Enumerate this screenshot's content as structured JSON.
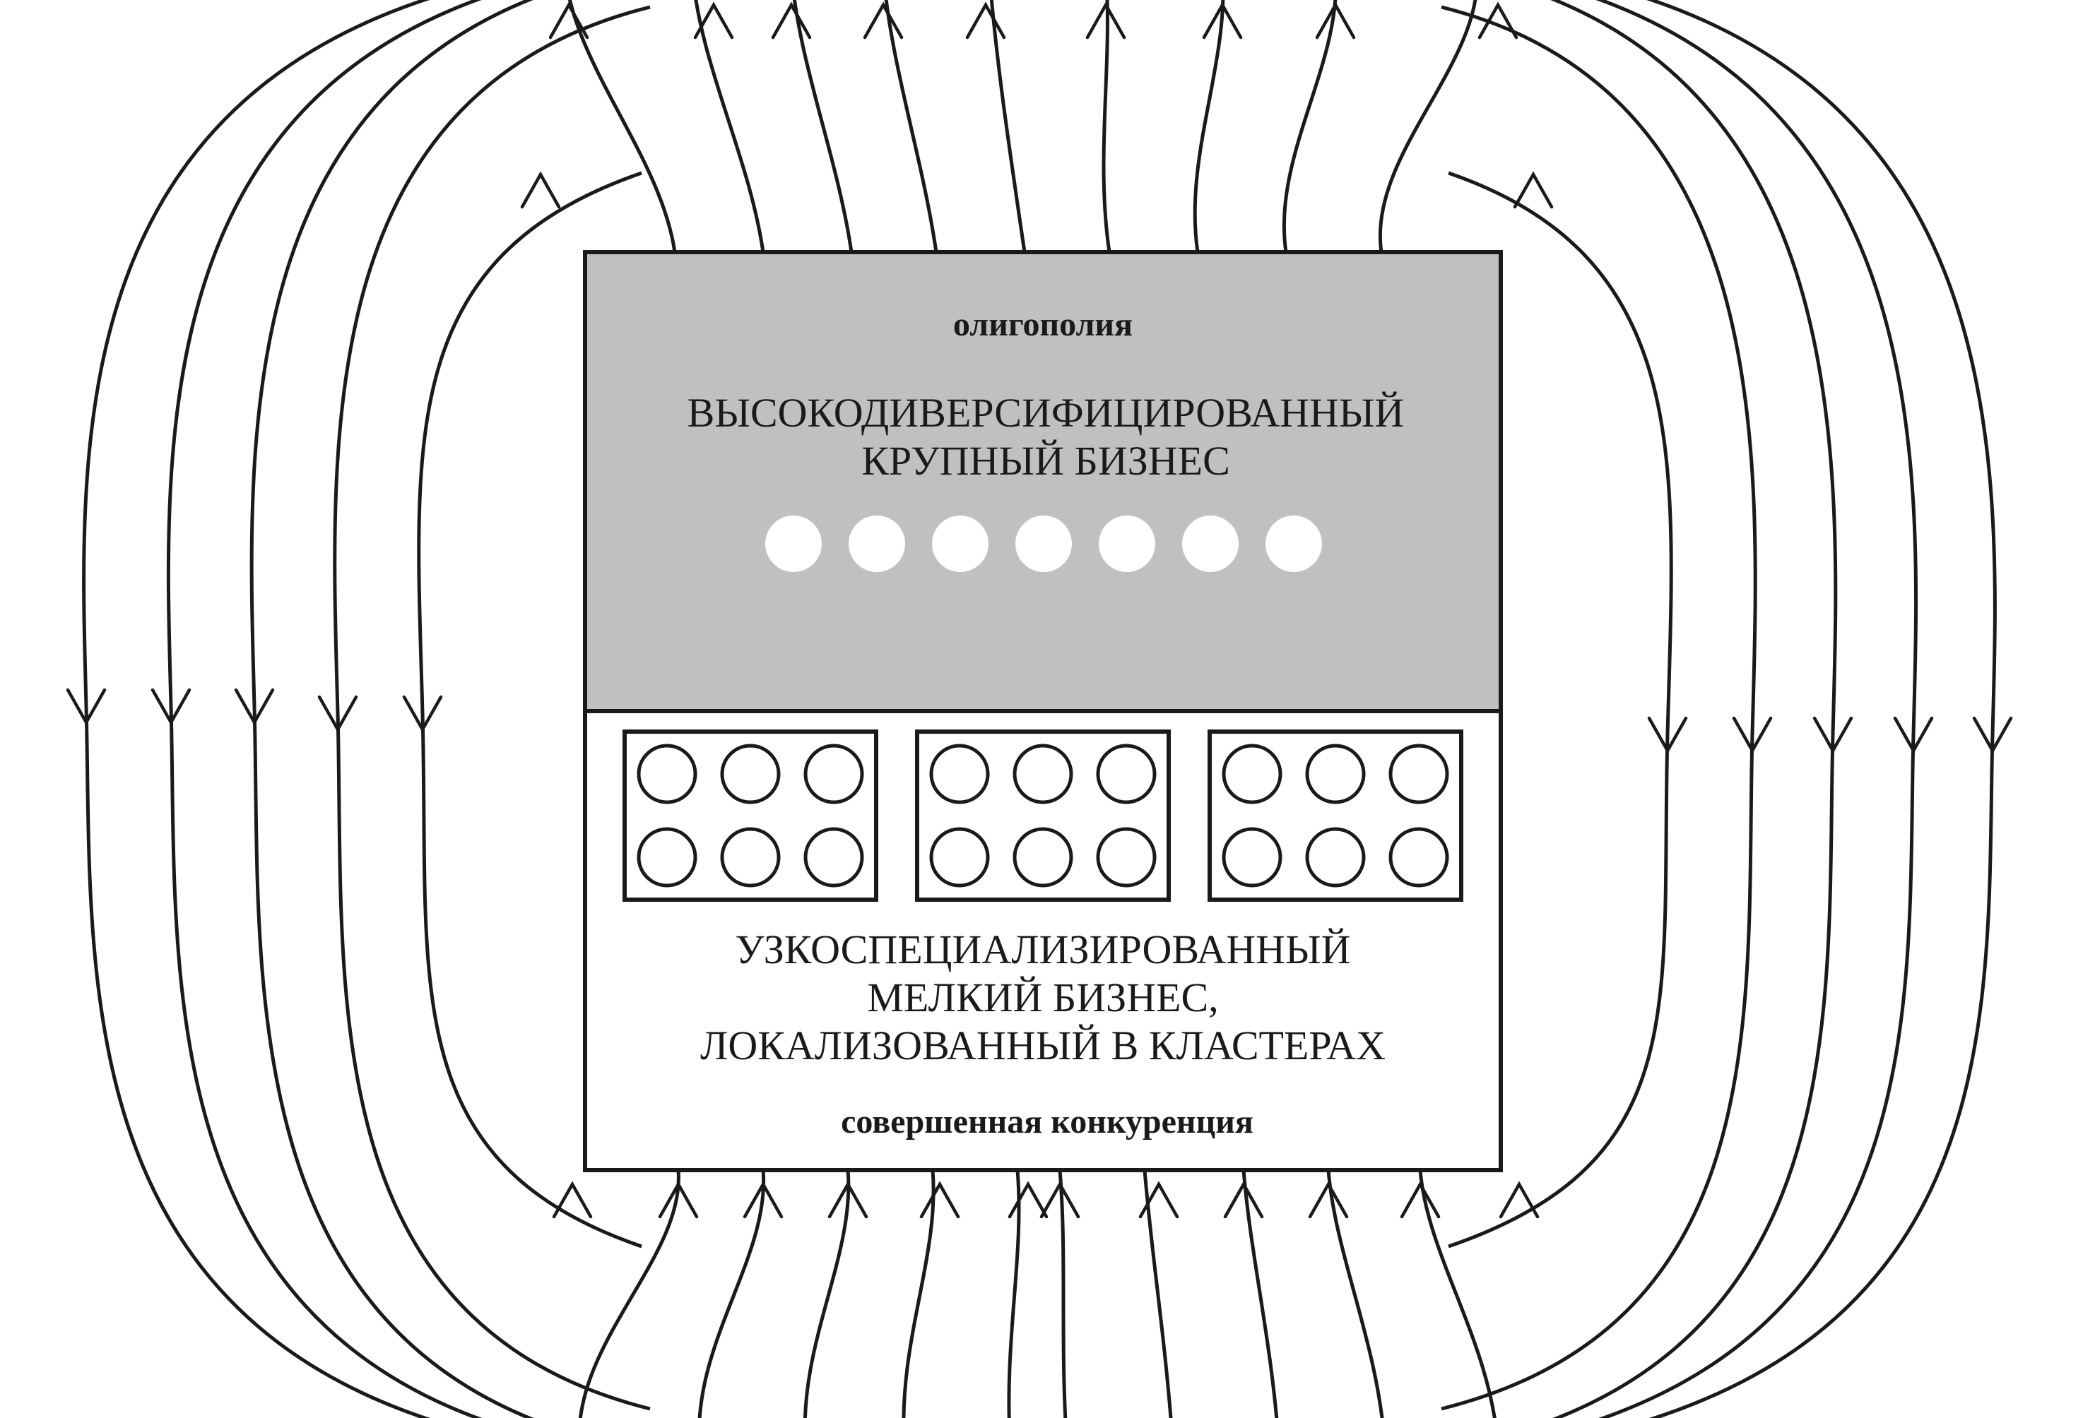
{
  "upper_section": {
    "market_type": "олигополия",
    "business_line_1": "ВЫСОКОДИВЕРСИФИЦИРОВАННЫЙ",
    "business_line_2": "КРУПНЫЙ БИЗНЕС",
    "large_firms_count": 7,
    "fill_color": "#c0c0c0"
  },
  "lower_section": {
    "business_line_1": "УЗКОСПЕЦИАЛИЗИРОВАННЫЙ",
    "business_line_2": "МЕЛКИЙ БИЗНЕС,",
    "business_line_3": "ЛОКАЛИЗОВАННЫЙ В КЛАСТЕРАХ",
    "market_type": "совершенная конкуренция",
    "clusters_count": 3,
    "firms_per_cluster": 6,
    "fill_color": "#ffffff"
  },
  "field_lines": {
    "direction_outside": "down",
    "direction_inside": "up",
    "color": "#1a1a1a"
  }
}
